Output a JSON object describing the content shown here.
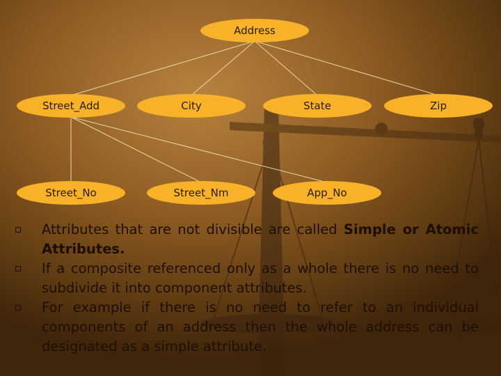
{
  "diagram": {
    "root": "Address",
    "level1": [
      "Street_Add",
      "City",
      "State",
      "Zip"
    ],
    "level2": [
      "Street_No",
      "Street_Nm",
      "App_No"
    ]
  },
  "bullets": [
    {
      "prefix": "Attributes that are not divisible are called ",
      "bold": "Simple or Atomic Attributes.",
      "suffix": ""
    },
    {
      "prefix": "If a composite referenced only as a whole there is no need to subdivide it into component attributes.",
      "bold": "",
      "suffix": ""
    },
    {
      "prefix": "For example if there is no need to refer to an individual components of  an address then the whole address can be designated as a simple attribute.",
      "bold": "",
      "suffix": ""
    }
  ],
  "colors": {
    "ellipse": "#f8b22a",
    "line": "#ead9b0",
    "text": "#1c0f02"
  }
}
